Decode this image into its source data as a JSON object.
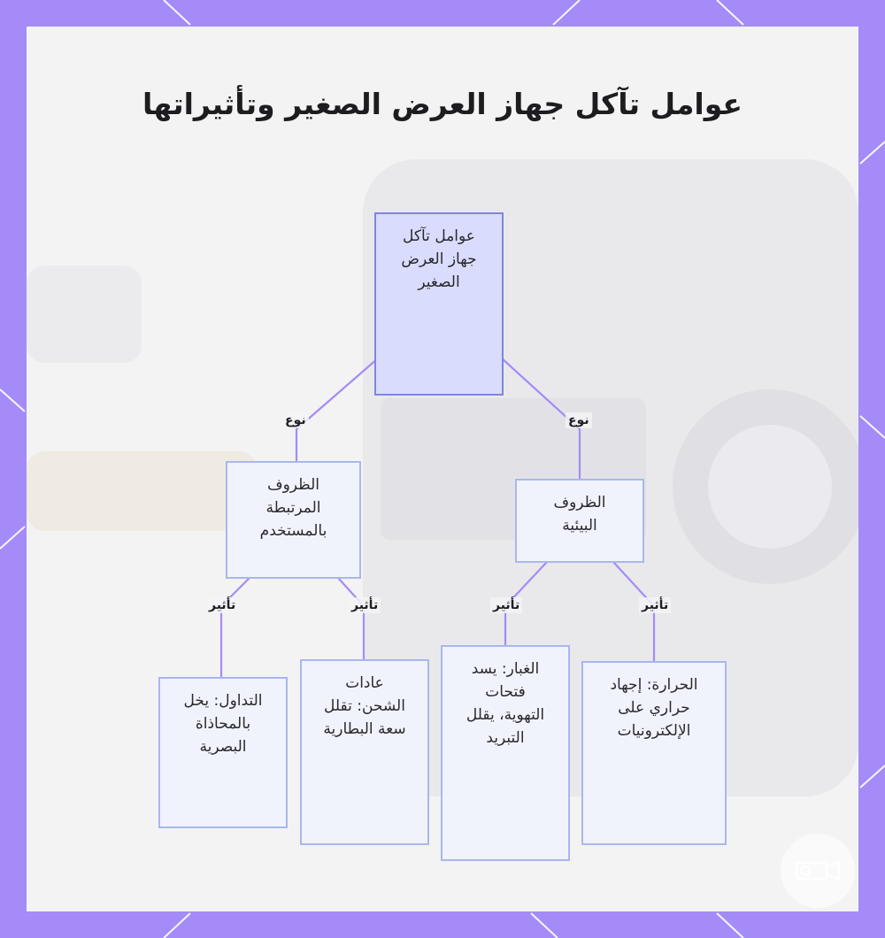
{
  "title": "عوامل تآكل جهاز العرض الصغير وتأثيراتها",
  "nodes": {
    "root": "عوامل تآكل جهاز العرض الصغير",
    "user_conditions": "الظروف المرتبطة بالمستخدم",
    "env_conditions": "الظروف البيئية",
    "handling": "التداول: يخل بالمحاذاة البصرية",
    "charging": "عادات الشحن: تقلل سعة البطارية",
    "dust": "الغبار: يسد فتحات التهوية، يقلل التبريد",
    "heat": "الحرارة: إجهاد حراري على الإلكترونيات"
  },
  "edge_labels": {
    "type": "نوع",
    "effect": "تأثير"
  },
  "colors": {
    "frame": "#a58bf7",
    "root_fill": "#d9dcfc",
    "node_fill": "#f1f3fc",
    "edge": "#a58bf7"
  }
}
